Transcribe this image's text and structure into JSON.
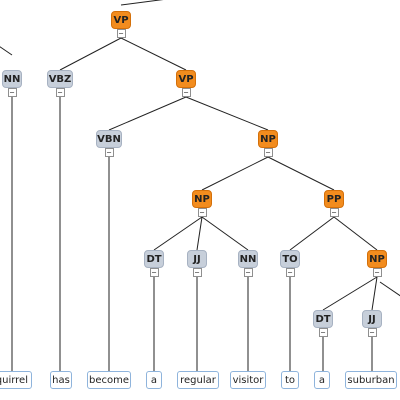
{
  "tree": {
    "toggle_symbol": "−",
    "nodes": [
      {
        "id": "vp1",
        "label": "VP",
        "type": "phrase"
      },
      {
        "id": "nn1",
        "label": "NN",
        "type": "pos"
      },
      {
        "id": "vbz",
        "label": "VBZ",
        "type": "pos"
      },
      {
        "id": "vp2",
        "label": "VP",
        "type": "phrase"
      },
      {
        "id": "vbn",
        "label": "VBN",
        "type": "pos"
      },
      {
        "id": "np1",
        "label": "NP",
        "type": "phrase"
      },
      {
        "id": "np2",
        "label": "NP",
        "type": "phrase"
      },
      {
        "id": "pp",
        "label": "PP",
        "type": "phrase"
      },
      {
        "id": "dt1",
        "label": "DT",
        "type": "pos"
      },
      {
        "id": "jj1",
        "label": "JJ",
        "type": "pos"
      },
      {
        "id": "nn2",
        "label": "NN",
        "type": "pos"
      },
      {
        "id": "to",
        "label": "TO",
        "type": "pos"
      },
      {
        "id": "np3",
        "label": "NP",
        "type": "phrase"
      },
      {
        "id": "dt2",
        "label": "DT",
        "type": "pos"
      },
      {
        "id": "jj2",
        "label": "JJ",
        "type": "pos"
      }
    ],
    "words": [
      {
        "id": "w-squirrel",
        "text": "quirrel"
      },
      {
        "id": "w-has",
        "text": "has"
      },
      {
        "id": "w-become",
        "text": "become"
      },
      {
        "id": "w-a1",
        "text": "a"
      },
      {
        "id": "w-regular",
        "text": "regular"
      },
      {
        "id": "w-visitor",
        "text": "visitor"
      },
      {
        "id": "w-to",
        "text": "to"
      },
      {
        "id": "w-a2",
        "text": "a"
      },
      {
        "id": "w-suburban",
        "text": "suburban"
      }
    ],
    "edges": [
      [
        "vp1",
        "vbz"
      ],
      [
        "vp1",
        "vp2"
      ],
      [
        "vp2",
        "vbn"
      ],
      [
        "vp2",
        "np1"
      ],
      [
        "np1",
        "np2"
      ],
      [
        "np1",
        "pp"
      ],
      [
        "np2",
        "dt1"
      ],
      [
        "np2",
        "jj1"
      ],
      [
        "np2",
        "nn2"
      ],
      [
        "pp",
        "to"
      ],
      [
        "pp",
        "np3"
      ],
      [
        "np3",
        "dt2"
      ],
      [
        "np3",
        "jj2"
      ]
    ]
  },
  "colors": {
    "phrase_fill": "#f28c1e",
    "pos_fill": "#c7cfda",
    "edge": "#222222",
    "word_border": "#8fb4dc"
  }
}
